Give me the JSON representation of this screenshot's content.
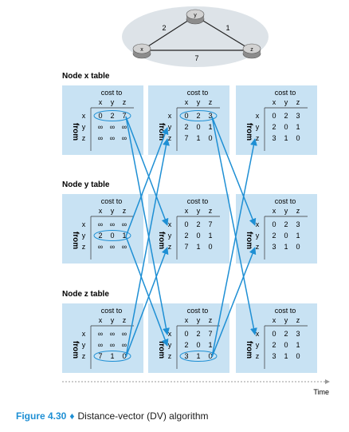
{
  "topology": {
    "nodes": [
      {
        "name": "x",
        "label": "x"
      },
      {
        "name": "y",
        "label": "y"
      },
      {
        "name": "z",
        "label": "z"
      }
    ],
    "links": [
      {
        "from": "x",
        "to": "y",
        "cost": "2"
      },
      {
        "from": "y",
        "to": "z",
        "cost": "1"
      },
      {
        "from": "x",
        "to": "z",
        "cost": "7"
      }
    ]
  },
  "header": {
    "cost_to": "cost to",
    "from": "from",
    "cols": [
      "x",
      "y",
      "z"
    ],
    "rows": [
      "x",
      "y",
      "z"
    ]
  },
  "node_tables": [
    {
      "title": "Node x table",
      "tables": [
        [
          [
            "0",
            "2",
            "7"
          ],
          [
            "∞",
            "∞",
            "∞"
          ],
          [
            "∞",
            "∞",
            "∞"
          ]
        ],
        [
          [
            "0",
            "2",
            "3"
          ],
          [
            "2",
            "0",
            "1"
          ],
          [
            "7",
            "1",
            "0"
          ]
        ],
        [
          [
            "0",
            "2",
            "3"
          ],
          [
            "2",
            "0",
            "1"
          ],
          [
            "3",
            "1",
            "0"
          ]
        ]
      ],
      "highlight_row": [
        0,
        0,
        null
      ]
    },
    {
      "title": "Node y table",
      "tables": [
        [
          [
            "∞",
            "∞",
            "∞"
          ],
          [
            "2",
            "0",
            "1"
          ],
          [
            "∞",
            "∞",
            "∞"
          ]
        ],
        [
          [
            "0",
            "2",
            "7"
          ],
          [
            "2",
            "0",
            "1"
          ],
          [
            "7",
            "1",
            "0"
          ]
        ],
        [
          [
            "0",
            "2",
            "3"
          ],
          [
            "2",
            "0",
            "1"
          ],
          [
            "3",
            "1",
            "0"
          ]
        ]
      ],
      "highlight_row": [
        1,
        null,
        null
      ]
    },
    {
      "title": "Node z table",
      "tables": [
        [
          [
            "∞",
            "∞",
            "∞"
          ],
          [
            "∞",
            "∞",
            "∞"
          ],
          [
            "7",
            "1",
            "0"
          ]
        ],
        [
          [
            "0",
            "2",
            "7"
          ],
          [
            "2",
            "0",
            "1"
          ],
          [
            "3",
            "1",
            "0"
          ]
        ],
        [
          [
            "0",
            "2",
            "3"
          ],
          [
            "2",
            "0",
            "1"
          ],
          [
            "3",
            "1",
            "0"
          ]
        ]
      ],
      "highlight_row": [
        2,
        2,
        null
      ]
    }
  ],
  "time_label": "Time",
  "caption": {
    "figure": "Figure 4.30",
    "bullet": "♦",
    "text": "Distance-vector (DV) algorithm"
  },
  "colors": {
    "panel": "#c8e2f3",
    "arrow": "#1e8fd4",
    "router_top": "#d2d2d2",
    "router_side": "#8c8c8c"
  }
}
